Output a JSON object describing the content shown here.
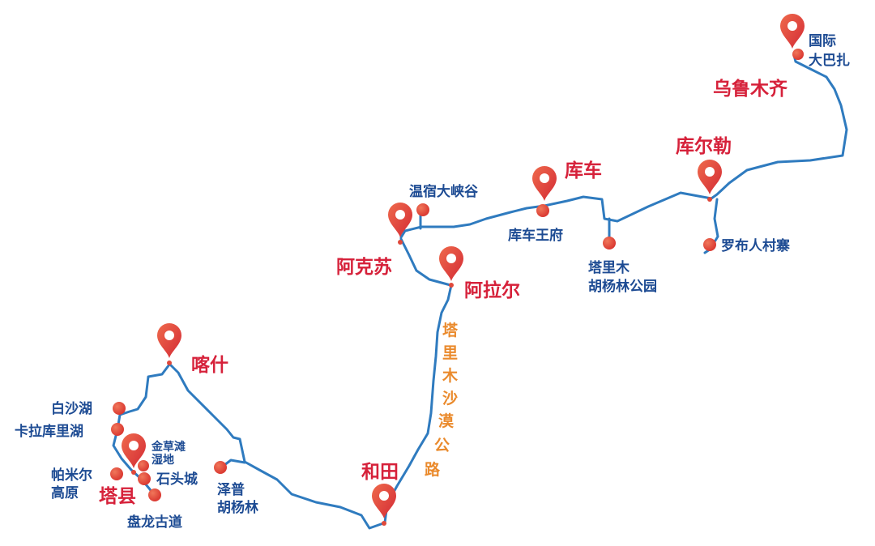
{
  "colors": {
    "route": "#2f7bbf",
    "city": "#d6213a",
    "spot": "#1d4b93",
    "road": "#ea8a2c",
    "pin": "#e0483a"
  },
  "cities": {
    "urumqi": "乌鲁木齐",
    "korla": "库尔勒",
    "kuqa": "库车",
    "aksu": "阿克苏",
    "alar": "阿拉尔",
    "hotan": "和田",
    "kashgar": "喀什",
    "taxian": "塔县"
  },
  "spots": {
    "dabazha": [
      "国际",
      "大巴扎"
    ],
    "luobu": "罗布人村寨",
    "tarim": [
      "塔里木",
      "胡杨林公园"
    ],
    "kuqa_palace": "库车王府",
    "wensu": "温宿大峡谷",
    "baisha": "白沙湖",
    "karakul": "卡拉库里湖",
    "jincaotan": [
      "金草滩",
      "湿地"
    ],
    "pamir": [
      "帕米尔",
      "高原"
    ],
    "stone_city": "石头城",
    "panlong": "盘龙古道",
    "zepu": [
      "泽普",
      "胡杨林"
    ]
  },
  "road": {
    "desert_highway": [
      "塔",
      "里",
      "木",
      "沙",
      "漠",
      "公",
      "路"
    ]
  }
}
